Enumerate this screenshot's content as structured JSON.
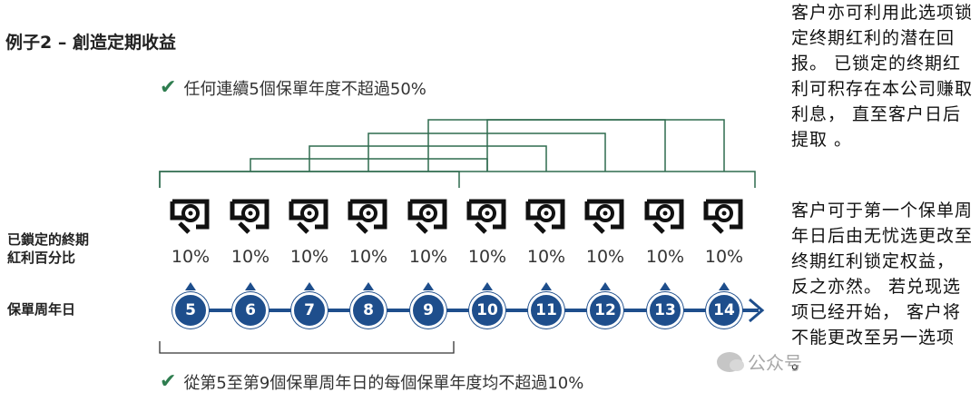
{
  "title": "例子2 – 創造定期收益",
  "top_condition": "任何連續5個保單年度不超過50%",
  "bottom_condition": "從第5至第9個保單周年日的每個保單年度均不超過10%",
  "check_icon": "✔",
  "labels": {
    "locked_line1": "已鎖定的終期",
    "locked_line2": "紅利百分比",
    "anniversary": "保單周年日"
  },
  "percentages": [
    "10%",
    "10%",
    "10%",
    "10%",
    "10%",
    "10%",
    "10%",
    "10%",
    "10%",
    "10%"
  ],
  "years": [
    "5",
    "6",
    "7",
    "8",
    "9",
    "10",
    "11",
    "12",
    "13",
    "14"
  ],
  "side_notes": {
    "top": "客户亦可利用此选项锁定终期红利的潜在回报。 已锁定的终期红利可积存在本公司赚取利息， 直至客户日后提取 。",
    "bottom": "客户可于第一个保单周年日后由无忧选更改至终期红利锁定权益， 反之亦然。 若兑现选项已经开始， 客户将不能更改至另一选项 。"
  },
  "watermark": "公众号",
  "colors": {
    "accent": "#1e4e8c",
    "bracket": "#2f6b4f",
    "check": "#2e7d4f"
  },
  "icons": {
    "money": "locked-bonus-icon",
    "watermark": "wechat-icon"
  }
}
